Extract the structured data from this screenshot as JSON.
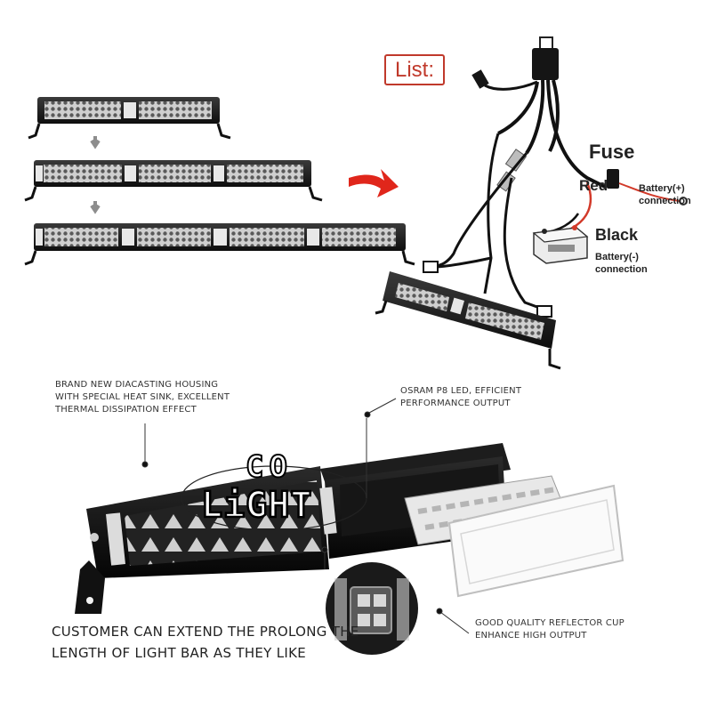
{
  "wiring": {
    "list_label": "List:",
    "fuse_label": "Fuse",
    "red_label": "Red",
    "black_label": "Black",
    "battery_positive": "Battery(+)\nconnection",
    "battery_negative": "Battery(-)\nconnection"
  },
  "features": {
    "housing": "BRAND NEW DIACASTING HOUSING\nWITH SPECIAL HEAT SINK, EXCELLENT\nTHERMAL DISSIPATION EFFECT",
    "led": "OSRAM P8 LED, EFFICIENT\nPERFORMANCE OUTPUT",
    "reflector": "GOOD QUALITY REFLECTOR CUP\nENHANCE HIGH OUTPUT",
    "extend": "CUSTOMER CAN EXTEND THE PROLONG THE\nLENGTH OF LIGHT BAR AS THEY LIKE"
  },
  "brand": {
    "top": "CO",
    "main": "LiGHT"
  },
  "colors": {
    "wire_red": "#d23a2a",
    "wire_black": "#1b1b1b",
    "arrow_red": "#e0261b",
    "housing": "#141414"
  }
}
